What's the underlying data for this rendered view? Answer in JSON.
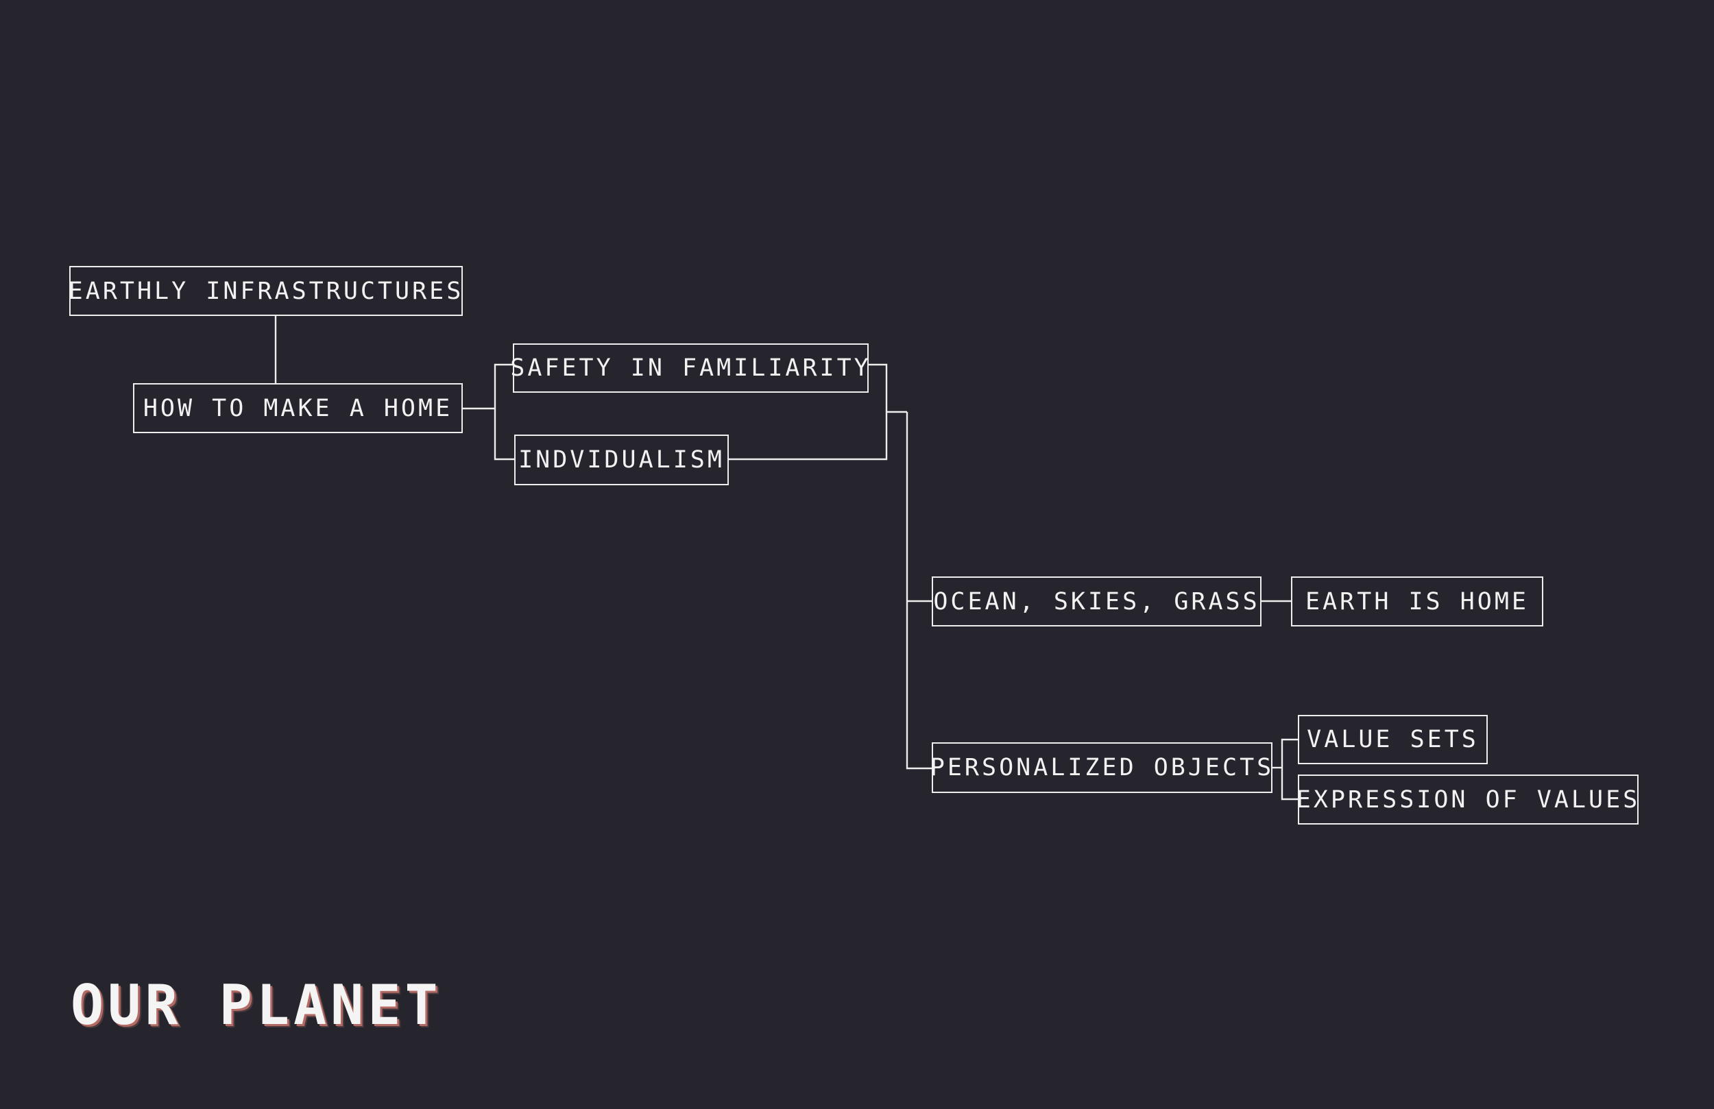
{
  "diagram": {
    "title": "OUR PLANET",
    "nodes": {
      "earthly_infrastructures": "EARTHLY INFRASTRUCTURES",
      "how_to_make_a_home": "HOW TO MAKE A HOME",
      "safety_in_familiarity": "SAFETY IN FAMILIARITY",
      "individualism": "INDVIDUALISM",
      "ocean_skies_grass": "OCEAN, SKIES, GRASS",
      "earth_is_home": "EARTH IS HOME",
      "personalized_objects": "PERSONALIZED OBJECTS",
      "value_sets": "VALUE SETS",
      "expression_of_values": "EXPRESSION OF VALUES"
    },
    "edges": [
      {
        "from": "earthly_infrastructures",
        "to": "how_to_make_a_home"
      },
      {
        "from": "how_to_make_a_home",
        "to": "safety_in_familiarity"
      },
      {
        "from": "how_to_make_a_home",
        "to": "individualism"
      },
      {
        "from": "safety_in_familiarity",
        "to": "ocean_skies_grass"
      },
      {
        "from": "individualism",
        "to": "ocean_skies_grass"
      },
      {
        "from": "safety_in_familiarity",
        "to": "personalized_objects"
      },
      {
        "from": "individualism",
        "to": "personalized_objects"
      },
      {
        "from": "ocean_skies_grass",
        "to": "earth_is_home"
      },
      {
        "from": "personalized_objects",
        "to": "value_sets"
      },
      {
        "from": "personalized_objects",
        "to": "expression_of_values"
      }
    ],
    "colors": {
      "background": "#26252d",
      "line": "#eeeeee",
      "text": "#f2f2f2",
      "title_shadow": "#b46a64"
    }
  }
}
